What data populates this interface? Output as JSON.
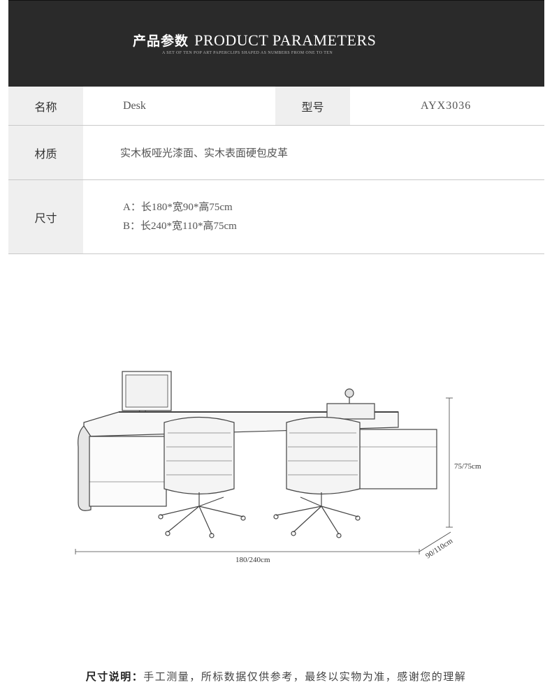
{
  "header": {
    "title_cn": "产品参数",
    "title_en": "PRODUCT PARAMETERS",
    "subtitle": "A SET OF TEN POP ART PAPERCLIPS SHAPED AS NUMBERS FROM ONE TO TEN"
  },
  "params": {
    "name_label": "名称",
    "name_value": "Desk",
    "model_label": "型号",
    "model_value": "AYX3036",
    "material_label": "材质",
    "material_value": "实木板哑光漆面、实木表面硬包皮革",
    "size_label": "尺寸",
    "size_a": "A：长180*宽90*高75cm",
    "size_b": "B：长240*宽110*高75cm"
  },
  "diagram": {
    "height_dim": "75/75cm",
    "length_dim": "180/240cm",
    "depth_dim": "90/110cm"
  },
  "footer": {
    "label": "尺寸说明：",
    "text": "手工测量，所标数据仅供参考，最终以实物为准，感谢您的理解"
  }
}
